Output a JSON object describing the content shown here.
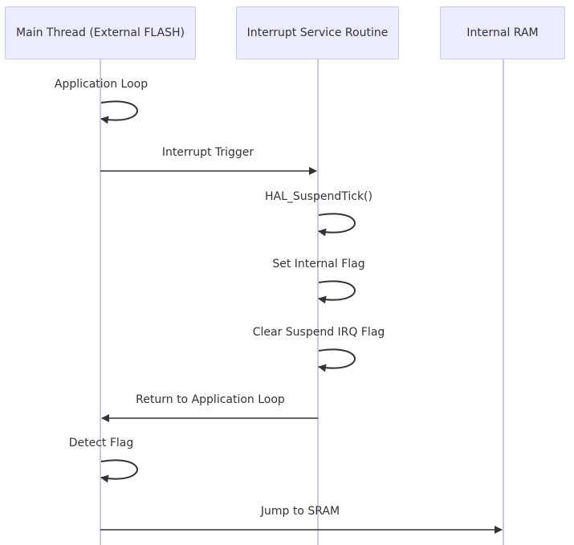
{
  "participants": [
    {
      "id": "main",
      "label": "Main Thread (External FLASH)"
    },
    {
      "id": "isr",
      "label": "Interrupt Service Routine"
    },
    {
      "id": "ram",
      "label": "Internal RAM"
    }
  ],
  "messages": [
    {
      "from": "main",
      "to": "main",
      "label": "Application Loop"
    },
    {
      "from": "main",
      "to": "isr",
      "label": "Interrupt Trigger"
    },
    {
      "from": "isr",
      "to": "isr",
      "label": "HAL_SuspendTick()"
    },
    {
      "from": "isr",
      "to": "isr",
      "label": "Set Internal Flag"
    },
    {
      "from": "isr",
      "to": "isr",
      "label": "Clear Suspend IRQ Flag"
    },
    {
      "from": "isr",
      "to": "main",
      "label": "Return to Application Loop"
    },
    {
      "from": "main",
      "to": "main",
      "label": "Detect Flag"
    },
    {
      "from": "main",
      "to": "ram",
      "label": "Jump to SRAM"
    }
  ],
  "colors": {
    "actor_fill": "#ececff",
    "actor_border": "#c9c8f0",
    "lifeline": "#c9c8f0",
    "arrow": "#333333",
    "text": "#333333"
  }
}
